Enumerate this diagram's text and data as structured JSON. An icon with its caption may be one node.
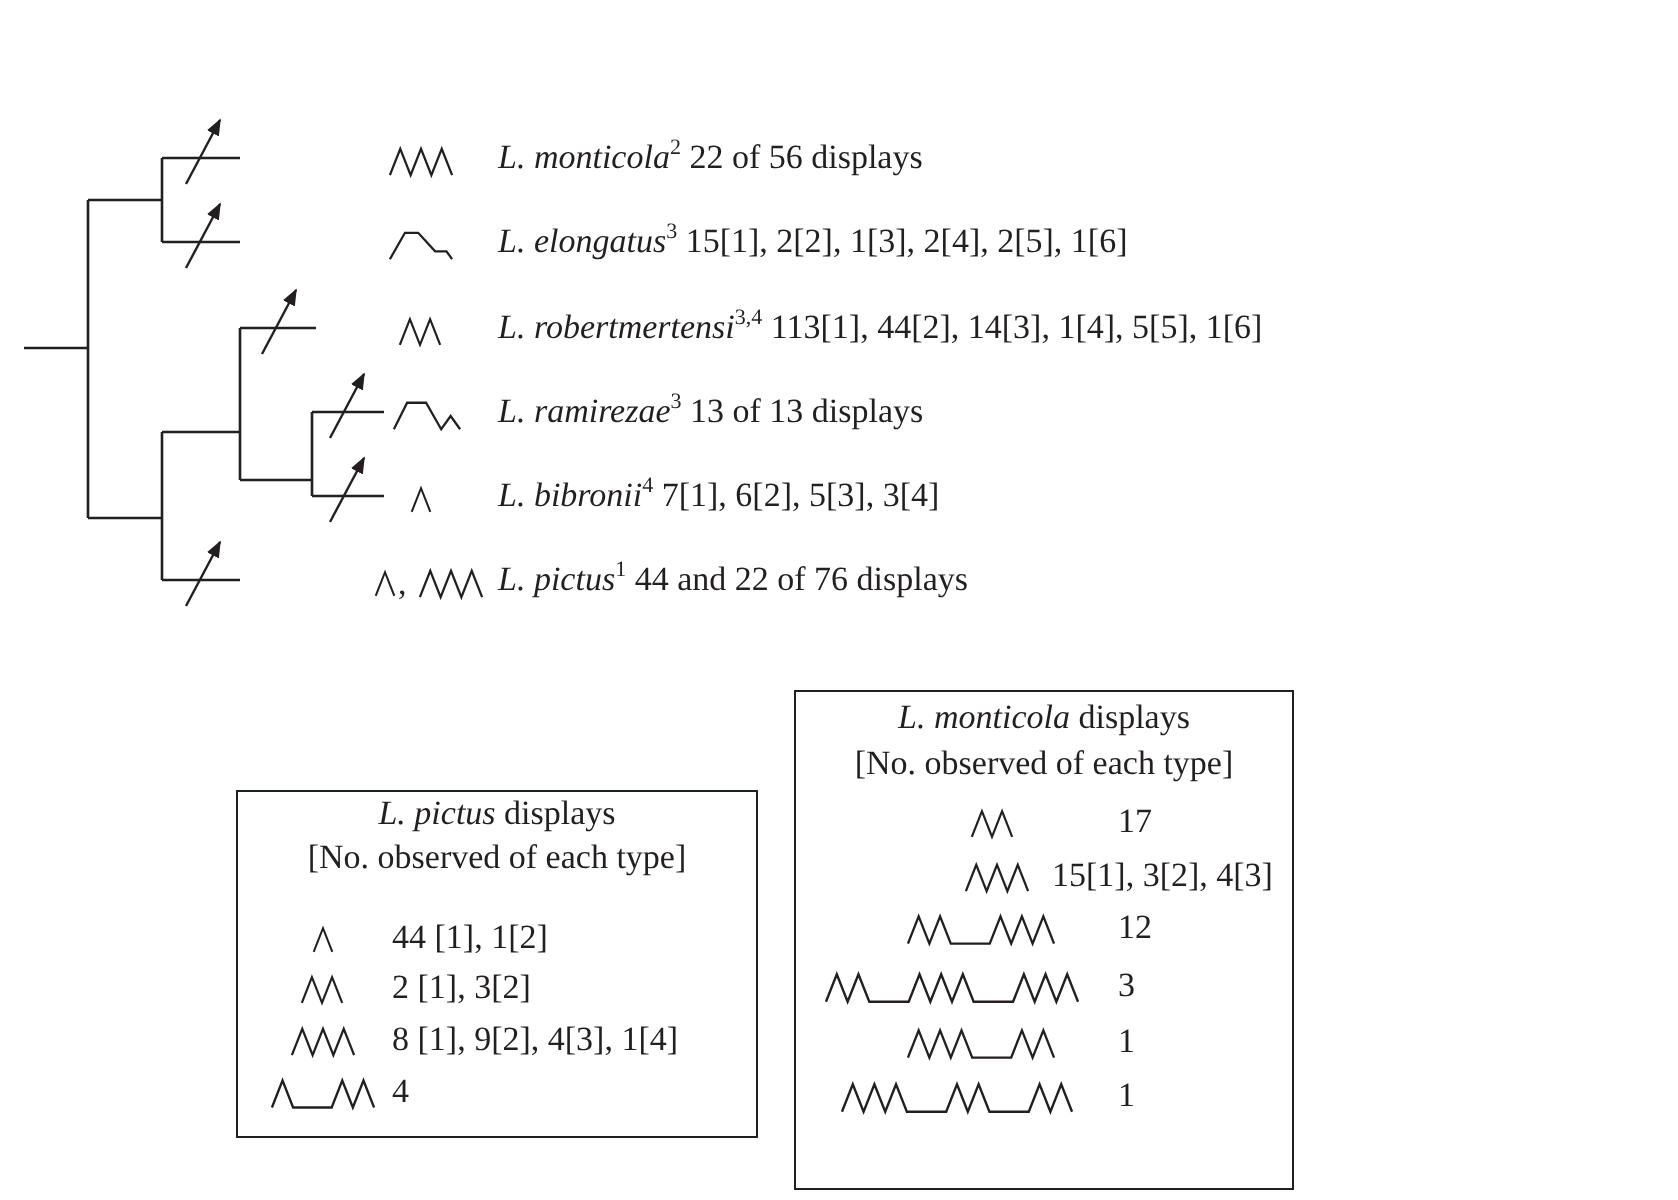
{
  "diagram": {
    "nodes": [
      {
        "text": [
          "*L. pictus* displays",
          "[No. observed of each type]",
          "44 [1], 1[2]",
          "2 [1], 3[2]",
          "8 [1], 9[2], 4[3], 1[4]",
          "4"
        ]
      },
      {
        "text": [
          "*L. monticola* displays",
          "[No. observed of each type]",
          "17",
          "15[1], 3[2], 4[3]",
          "12",
          "3",
          "1",
          "1"
        ]
      }
    ],
    "labels": [
      "*L. monticola*$^{2}$ 22 of 56 displays",
      "*L. elongatus*$^{3}$ 15[1], 2[2], 1[3], 2[4], 2[5], 1[6]",
      "*L. robertmertensi*$^{3,4}$ 113[1], 44[2], 14[3], 1[4], 5[5], 1[6]",
      "*L. ramirezae*$^{3}$ 13 of 13 displays",
      "*L. bibronii*$^{4}$ 7[1], 6[2], 5[3], 3[4]",
      ",",
      "*L. pictus*$^{1}$ 44 and 22 of 76 displays"
    ]
  }
}
